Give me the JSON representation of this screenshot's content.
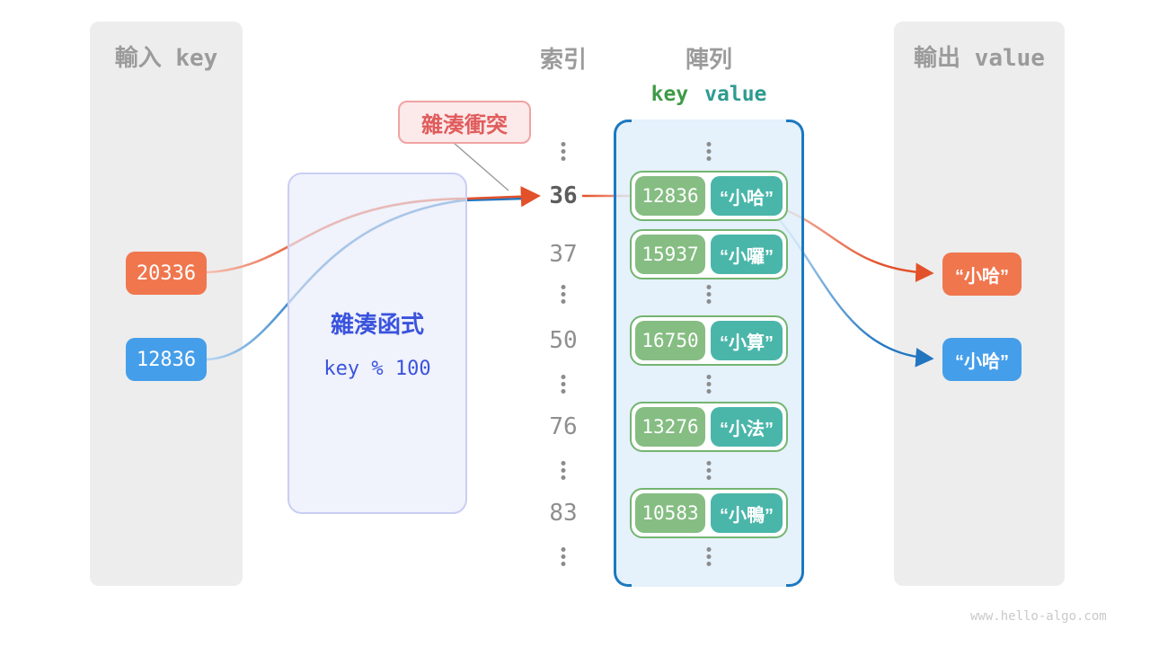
{
  "watermark": "www.hello-algo.com",
  "input_panel": {
    "title": "輸入 key",
    "keys": [
      "20336",
      "12836"
    ]
  },
  "hash_box": {
    "title": "雜湊函式",
    "formula": "key % 100"
  },
  "collision_badge": "雜湊衝突",
  "index_column": {
    "title": "索引",
    "rows": [
      "36",
      "37",
      "50",
      "76",
      "83"
    ]
  },
  "array_panel": {
    "title": "陣列",
    "header_key": "key",
    "header_value": "value",
    "rows": [
      {
        "key": "12836",
        "value": "“小哈”"
      },
      {
        "key": "15937",
        "value": "“小囉”"
      },
      {
        "key": "16750",
        "value": "“小算”"
      },
      {
        "key": "13276",
        "value": "“小法”"
      },
      {
        "key": "10583",
        "value": "“小鴨”"
      }
    ]
  },
  "output_panel": {
    "title": "輸出 value",
    "values": [
      "“小哈”",
      "“小哈”"
    ]
  },
  "colors": {
    "input_key_orange": "#f0764d",
    "input_key_blue": "#459ee9",
    "array_key_green": "#85bd82",
    "array_value_teal": "#4ab6aa",
    "array_border_blue": "#1b79c0",
    "arrow_orange": "#e2512a",
    "arrow_blue": "#2276c0",
    "hash_text_blue": "#3a53dd",
    "collision_red": "#e05c5c"
  }
}
